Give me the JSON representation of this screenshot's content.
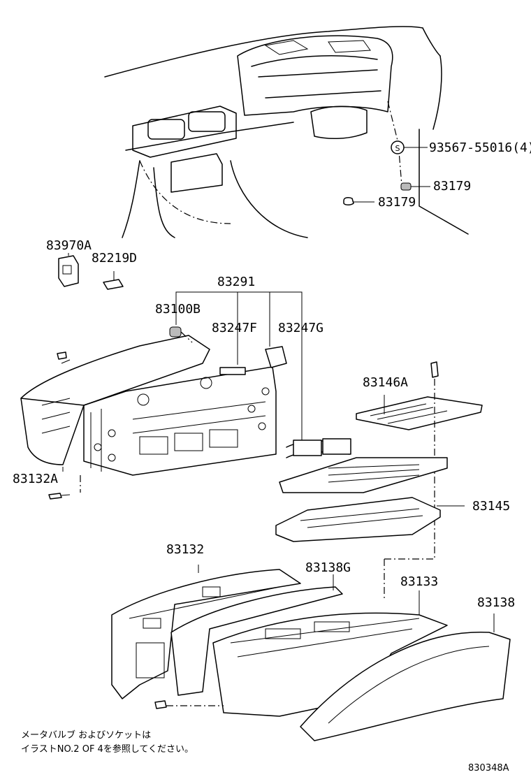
{
  "labels": {
    "p93567": "93567-55016(4)",
    "p83179_a": "83179",
    "p83179_b": "83179",
    "p83970A": "83970A",
    "p82219D": "82219D",
    "p83291": "83291",
    "p83100B": "83100B",
    "p83247F": "83247F",
    "p83247G": "83247G",
    "p83146A": "83146A",
    "p83132A": "83132A",
    "p83145": "83145",
    "p83132": "83132",
    "p83138G": "83138G",
    "p83133": "83133",
    "p83138": "83138"
  },
  "note": {
    "line1": "メータバルブ およびソケットは",
    "line2": "イラストNO.2 OF 4を参照してください。"
  },
  "diagram_code": "830348A",
  "screw_symbol": "S"
}
